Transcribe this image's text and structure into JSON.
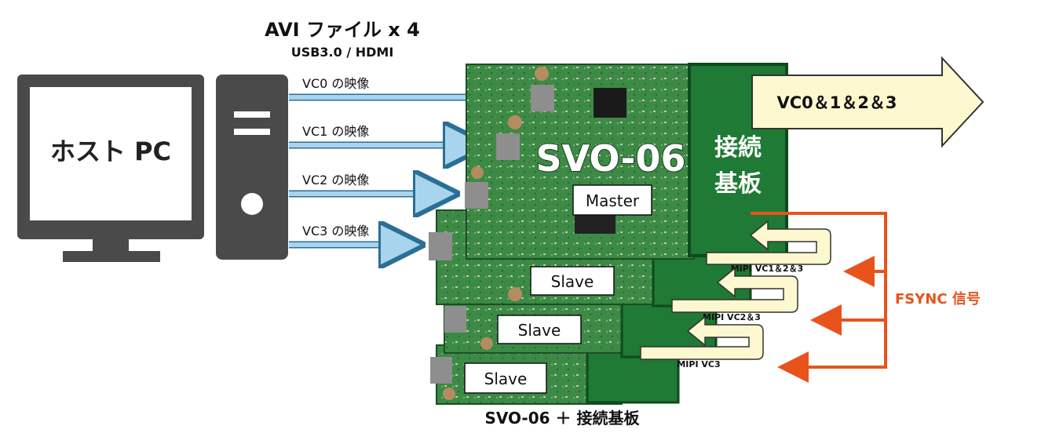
{
  "header": {
    "title": "AVI ファイル x 4",
    "subtitle": "USB3.0 / HDMI"
  },
  "host": {
    "label": "ホスト PC"
  },
  "video_channels": [
    {
      "label": "VC0 の映像"
    },
    {
      "label": "VC1 の映像"
    },
    {
      "label": "VC2 の映像"
    },
    {
      "label": "VC3 の映像"
    }
  ],
  "board": {
    "name": "SVO-06",
    "master_label": "Master",
    "slave_labels": [
      "Slave",
      "Slave",
      "Slave"
    ],
    "connector_label_line1": "接続",
    "connector_label_line2": "基板"
  },
  "output": {
    "label": "VC0＆1＆2＆3"
  },
  "mipi": [
    {
      "label": "MIPI  VC1＆2＆3"
    },
    {
      "label": "MIPI  VC2＆3"
    },
    {
      "label": "MIPI  VC3"
    }
  ],
  "fsync": {
    "label": "FSYNC 信号"
  },
  "caption": {
    "label": "SVO-06 ＋ 接続基板"
  },
  "colors": {
    "device_gray": "#4a4a4a",
    "pcb_green": "#2f7a3b",
    "connector_green": "#1e7a34",
    "arrow_blue": "#a9d4ee",
    "arrow_cream": "#fdf8d0",
    "fsync_orange": "#e8531c"
  }
}
